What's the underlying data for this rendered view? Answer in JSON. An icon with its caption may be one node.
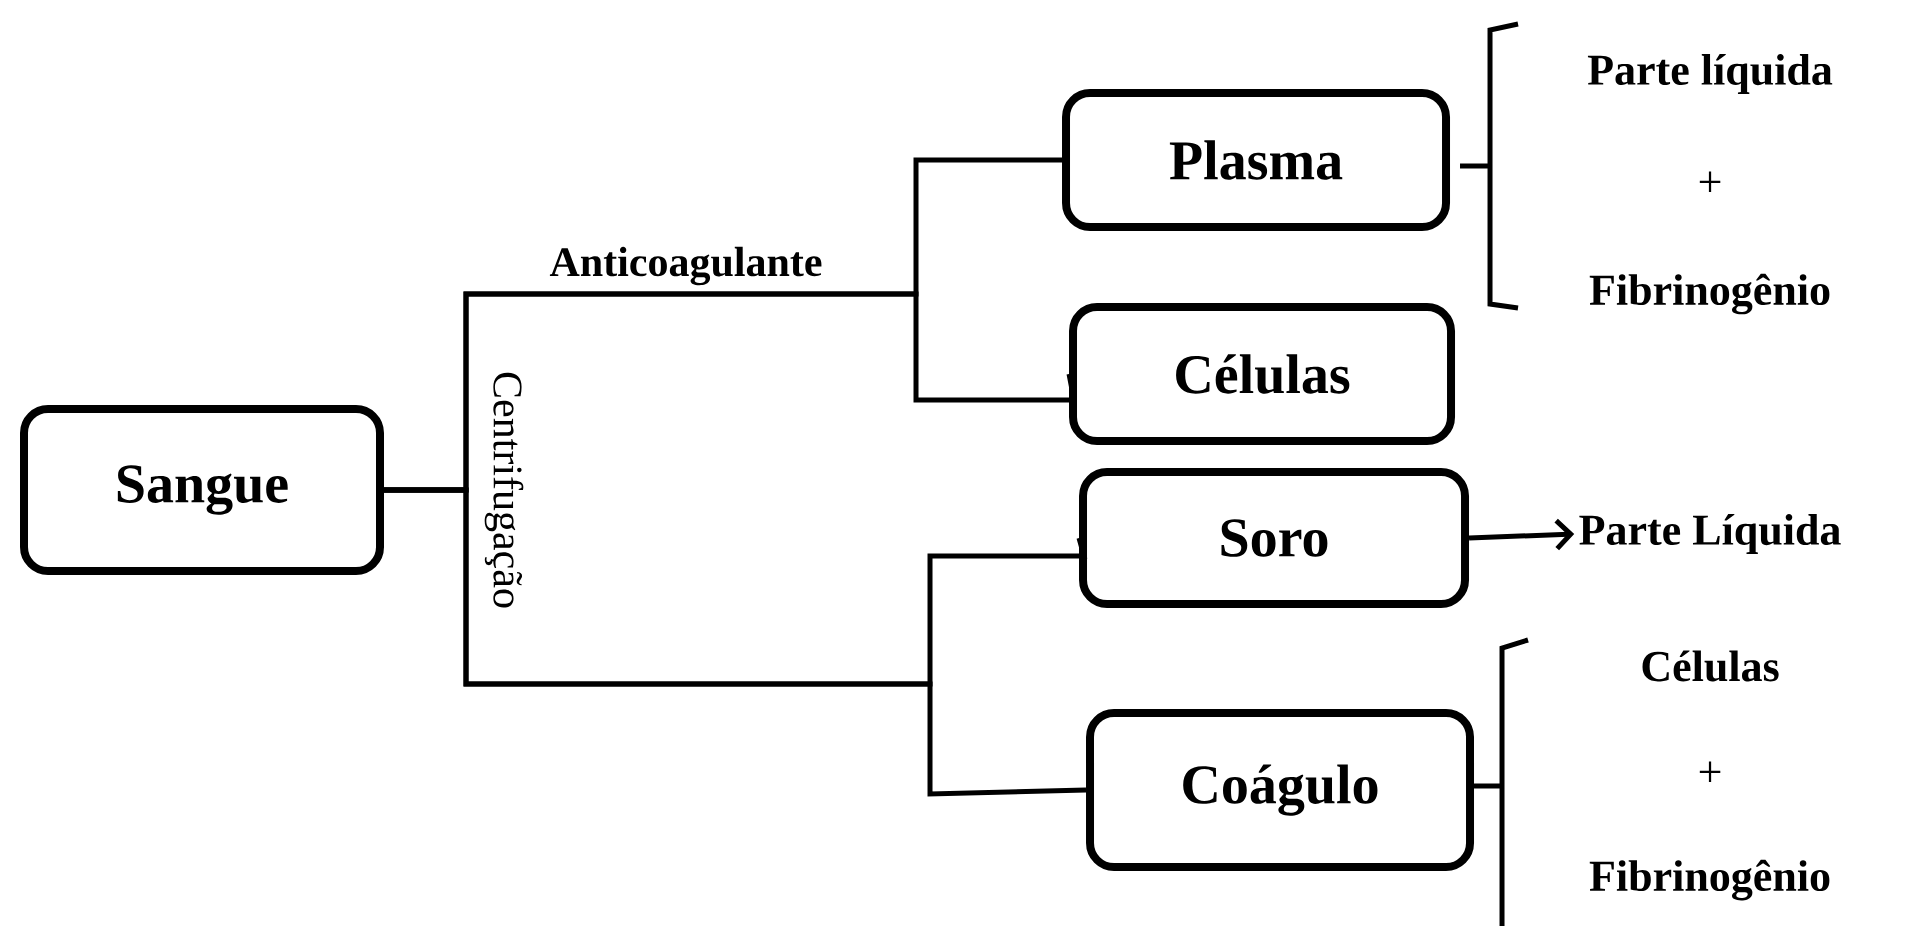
{
  "diagram": {
    "nodes": [
      {
        "text": [
          "Sangue"
        ]
      },
      {
        "text": [
          "Plasma"
        ]
      },
      {
        "text": [
          "Células"
        ]
      },
      {
        "text": [
          "Soro"
        ]
      },
      {
        "text": [
          "Coágulo"
        ]
      },
      {
        "text": [
          "Parte Líquida"
        ]
      }
    ],
    "edges": [
      {
        "from": 0,
        "to": 1,
        "arrow": "none",
        "label": "Anticoagulante"
      },
      {
        "from": 0,
        "to": 2,
        "arrow": "none"
      },
      {
        "from": 0,
        "to": 3,
        "arrow": "none",
        "label": "Centrifugação"
      },
      {
        "from": 0,
        "to": 4,
        "arrow": "none"
      },
      {
        "from": 3,
        "to": 5,
        "arrow": "to"
      }
    ],
    "labels": [
      "Parte líquida",
      "+",
      "Fibrinogênio",
      "Células",
      "+",
      "Fibrinogênio"
    ]
  }
}
